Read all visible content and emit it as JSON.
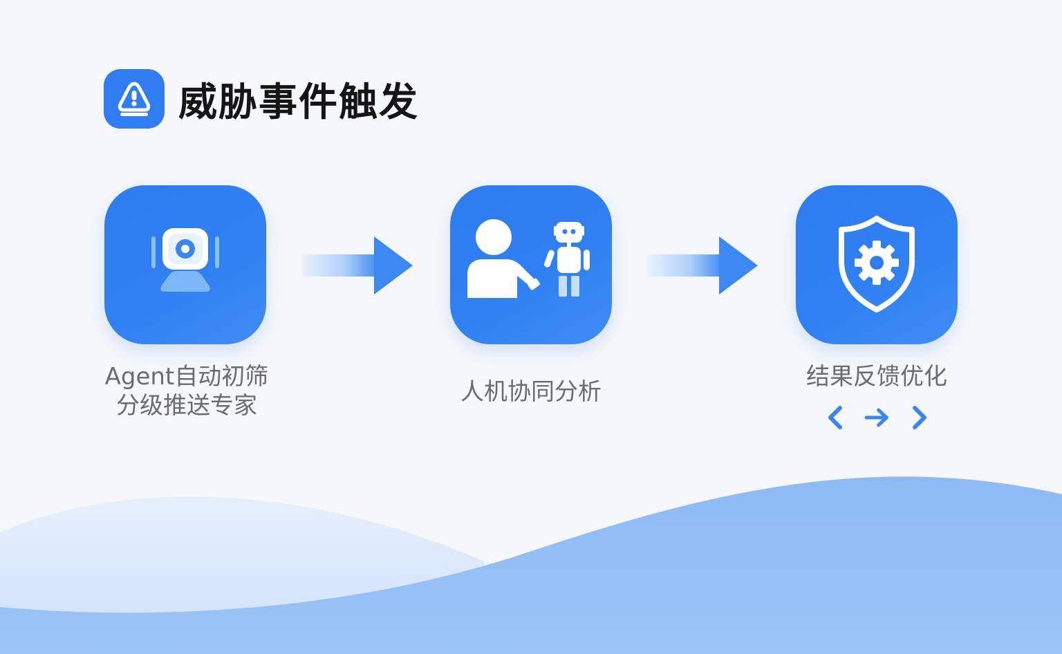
{
  "header": {
    "title": "威胁事件触发",
    "icon": "warning-icon"
  },
  "steps": [
    {
      "icon": "monitoring-camera-icon",
      "caption_line1": "Agent自动初筛",
      "caption_line2": "分级推送专家"
    },
    {
      "icon": "human-robot-collaboration-icon",
      "caption_line1": "人机协同分析"
    },
    {
      "icon": "shield-gear-icon",
      "caption_line1": "结果反馈优化"
    }
  ],
  "nav_icons": [
    "chevron-left-icon",
    "arrow-right-icon",
    "chevron-right-icon"
  ],
  "colors": {
    "accent": "#2f7df0",
    "wave_dark": "#8fbdf5",
    "wave_light": "#d6e6fb",
    "background": "#f5f7fb"
  }
}
